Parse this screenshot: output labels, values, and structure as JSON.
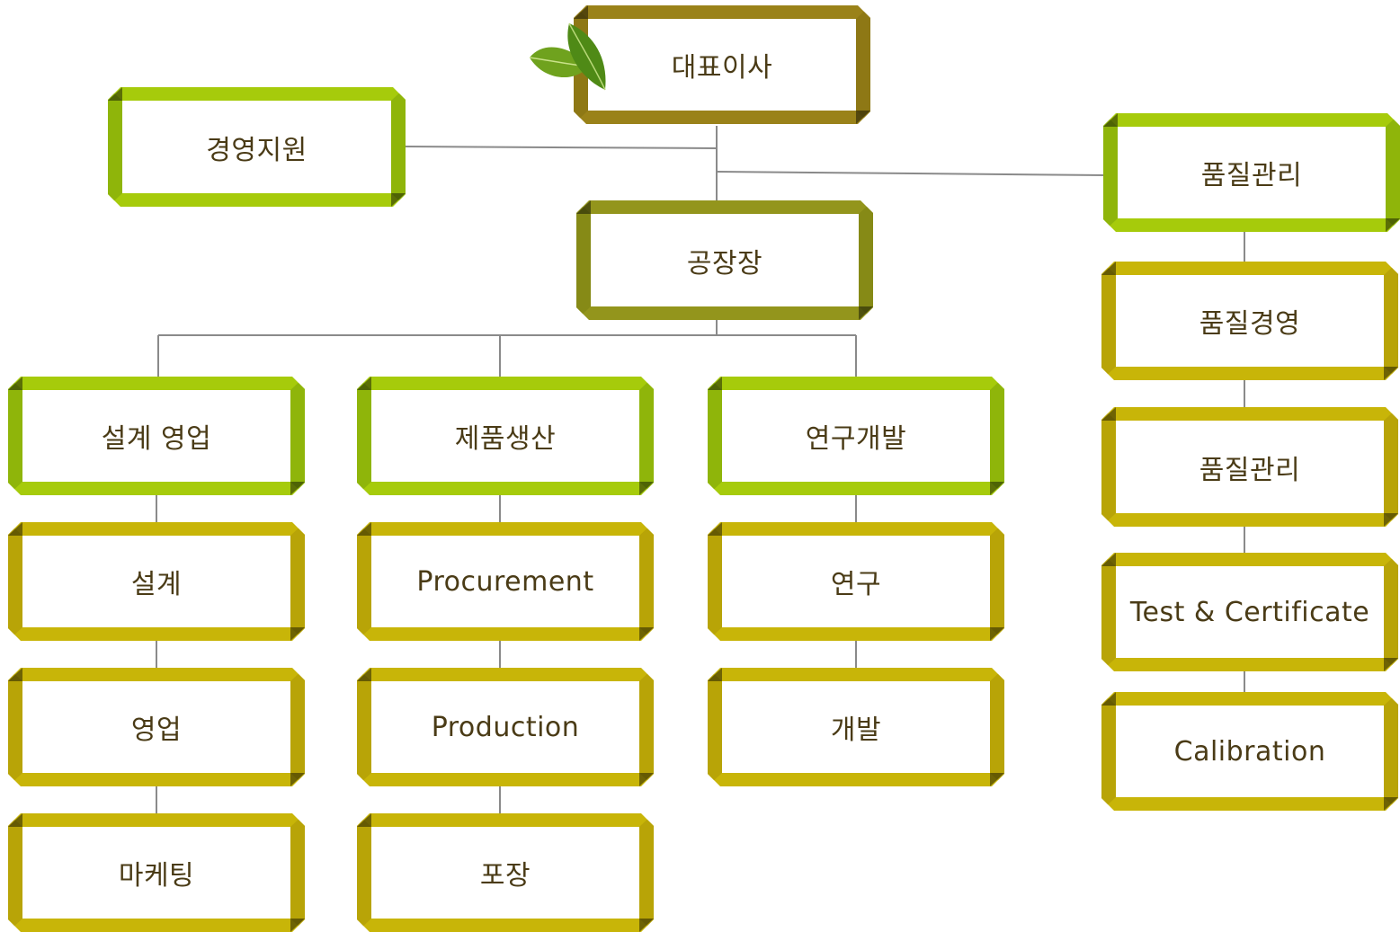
{
  "colors": {
    "lime": "#a6cb0b",
    "mustard": "#c8b508",
    "olive": "#9a8219",
    "moss": "#93951c",
    "connector": "#8a8a8a",
    "text": "#4a3b16"
  },
  "icons": {
    "decoration": "leaf-icon"
  },
  "nodes": {
    "ceo": "대표이사",
    "management_support": "경영지원",
    "quality_management_top": "품질관리",
    "plant_manager": "공장장",
    "design_sales": "설계 영업",
    "product_production": "제품생산",
    "rnd": "연구개발",
    "design": "설계",
    "sales": "영업",
    "marketing": "마케팅",
    "procurement": "Procurement",
    "production": "Production",
    "packaging": "포장",
    "research": "연구",
    "development": "개발",
    "quality_management_ops": "품질경영",
    "quality_control": "품질관리",
    "test_certificate": "Test & Certificate",
    "calibration": "Calibration"
  }
}
